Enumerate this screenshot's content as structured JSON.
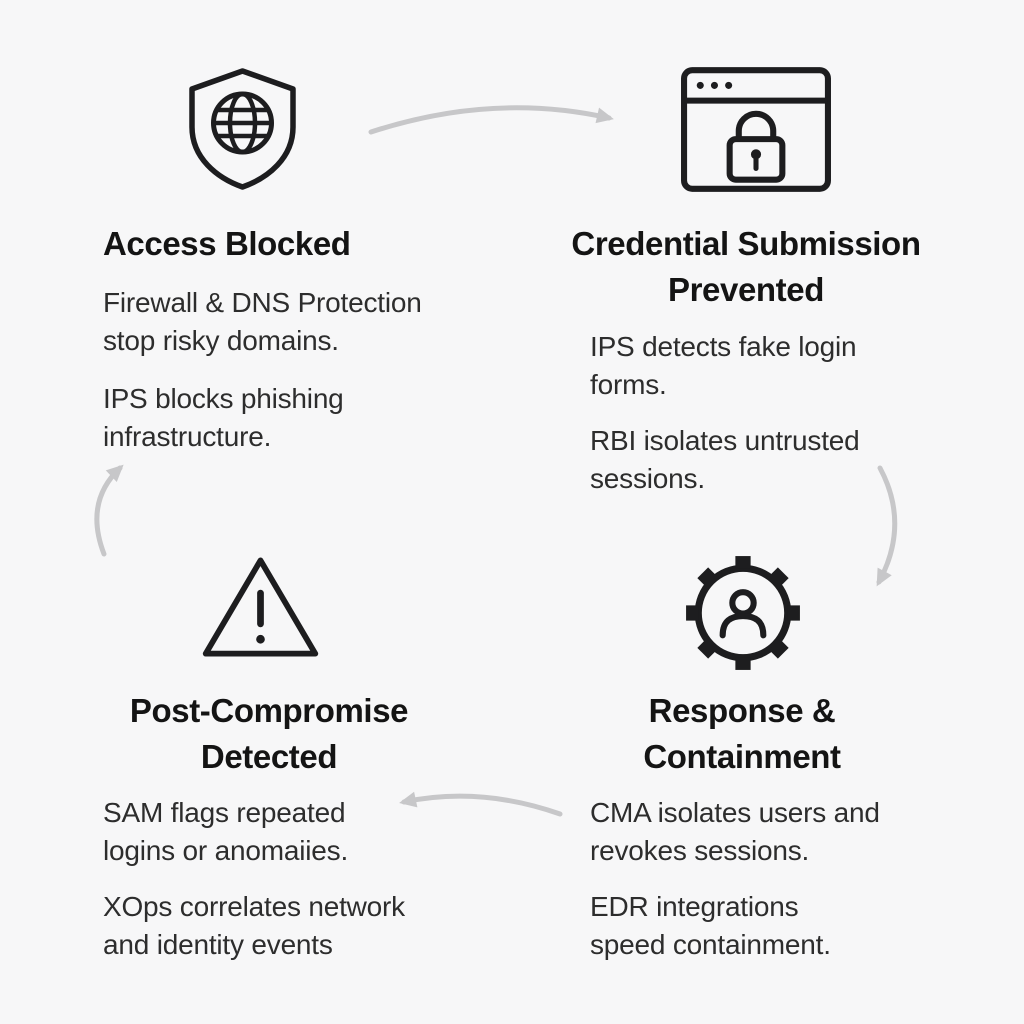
{
  "diagram": {
    "title_semantic": "phishing-defense-cycle",
    "colors": {
      "background": "#f7f7f8",
      "heading": "#141414",
      "body": "#2d2d2d",
      "icon_stroke": "#1d1d1f",
      "arrow": "#c7c7c9"
    },
    "quadrants": [
      {
        "icon": "shield-globe-icon",
        "title": "Access Blocked",
        "paragraphs": [
          "Firewall & DNS Protection stop risky domains.",
          "IPS blocks phishing infrastructure."
        ]
      },
      {
        "icon": "browser-lock-icon",
        "title": "Credential Submission Prevented",
        "paragraphs": [
          "IPS detects fake login forms.",
          "RBI isolates untrusted sessions."
        ]
      },
      {
        "icon": "warning-triangle-icon",
        "title": "Post-Compromise Detected",
        "paragraphs": [
          "SAM flags repeated logins or anomaiies.",
          "XOps correlates network and identity events"
        ]
      },
      {
        "icon": "gear-user-icon",
        "title": "Response & Containment",
        "paragraphs": [
          "CMA isolates users and revokes sessions.",
          "EDR integrations speed containment."
        ]
      }
    ],
    "arrows": [
      {
        "name": "arrow-top",
        "from": "access-blocked",
        "to": "credential-submission-prevented"
      },
      {
        "name": "arrow-right",
        "from": "credential-submission-prevented",
        "to": "response-containment"
      },
      {
        "name": "arrow-bottom",
        "from": "response-containment",
        "to": "post-compromise-detected"
      },
      {
        "name": "arrow-left",
        "from": "post-compromise-detected",
        "to": "access-blocked"
      }
    ]
  }
}
